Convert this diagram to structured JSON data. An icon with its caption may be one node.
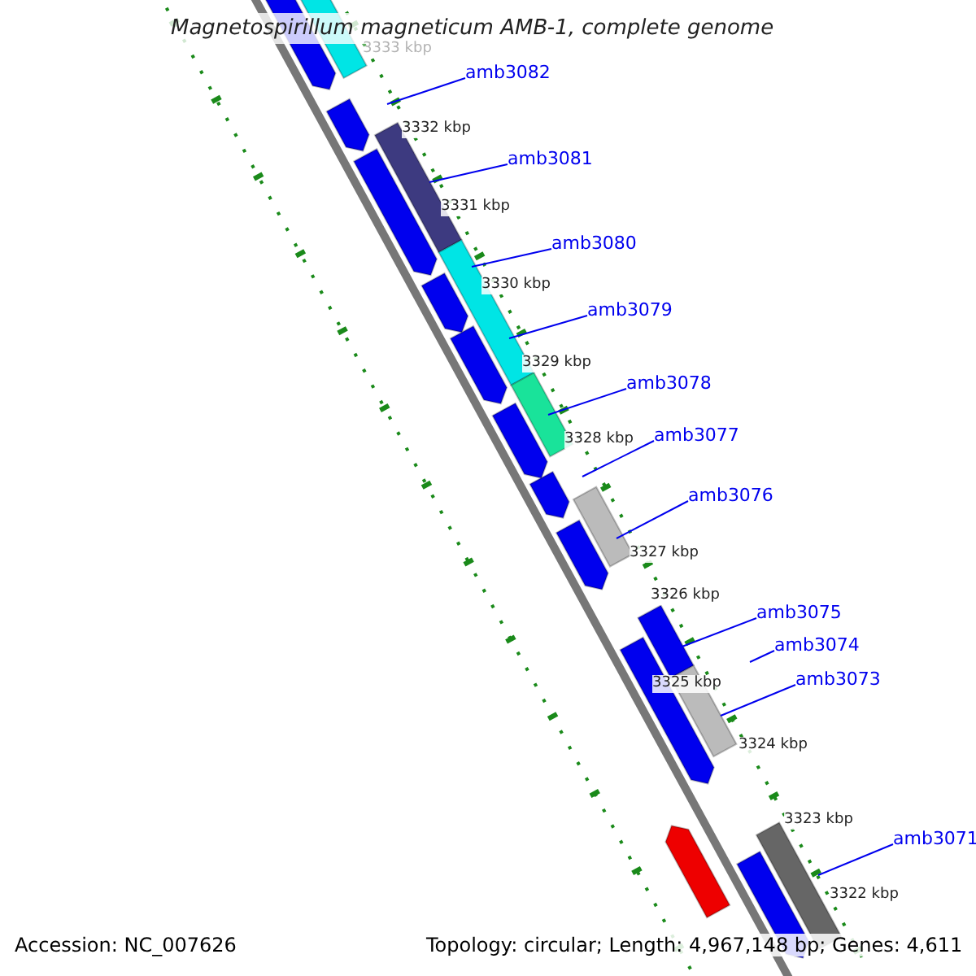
{
  "diagram": {
    "title": "Magnetospirillum magneticum AMB-1, complete genome",
    "nodes": [
      {
        "text": [
          "amb3082"
        ]
      },
      {
        "text": [
          "amb3081"
        ]
      },
      {
        "text": [
          "amb3080"
        ]
      },
      {
        "text": [
          "amb3079"
        ]
      },
      {
        "text": [
          "amb3078"
        ]
      },
      {
        "text": [
          "amb3077"
        ]
      },
      {
        "text": [
          "amb3076"
        ]
      },
      {
        "text": [
          "amb3075"
        ]
      },
      {
        "text": [
          "amb3074"
        ]
      },
      {
        "text": [
          "amb3073"
        ]
      },
      {
        "text": [
          "amb3071"
        ]
      }
    ],
    "edges": [
      {
        "from": 0,
        "to": null,
        "arrow": "none"
      },
      {
        "from": 1,
        "to": null,
        "arrow": "none"
      },
      {
        "from": 2,
        "to": null,
        "arrow": "none"
      },
      {
        "from": 3,
        "to": null,
        "arrow": "none"
      },
      {
        "from": 4,
        "to": null,
        "arrow": "none"
      },
      {
        "from": 5,
        "to": null,
        "arrow": "none"
      },
      {
        "from": 6,
        "to": null,
        "arrow": "none"
      },
      {
        "from": 7,
        "to": null,
        "arrow": "none"
      },
      {
        "from": 8,
        "to": null,
        "arrow": "none"
      },
      {
        "from": 9,
        "to": null,
        "arrow": "none"
      },
      {
        "from": 10,
        "to": null,
        "arrow": "none"
      }
    ],
    "labels": [
      "3333 kbp",
      "3332 kbp",
      "3331 kbp",
      "3330 kbp",
      "3329 kbp",
      "3328 kbp",
      "3327 kbp",
      "3326 kbp",
      "3325 kbp",
      "3324 kbp",
      "3323 kbp",
      "3322 kbp",
      "Accession: NC_007626",
      "Topology: circular; Length: 4,967,148 bp; Genes: 4,611"
    ]
  }
}
